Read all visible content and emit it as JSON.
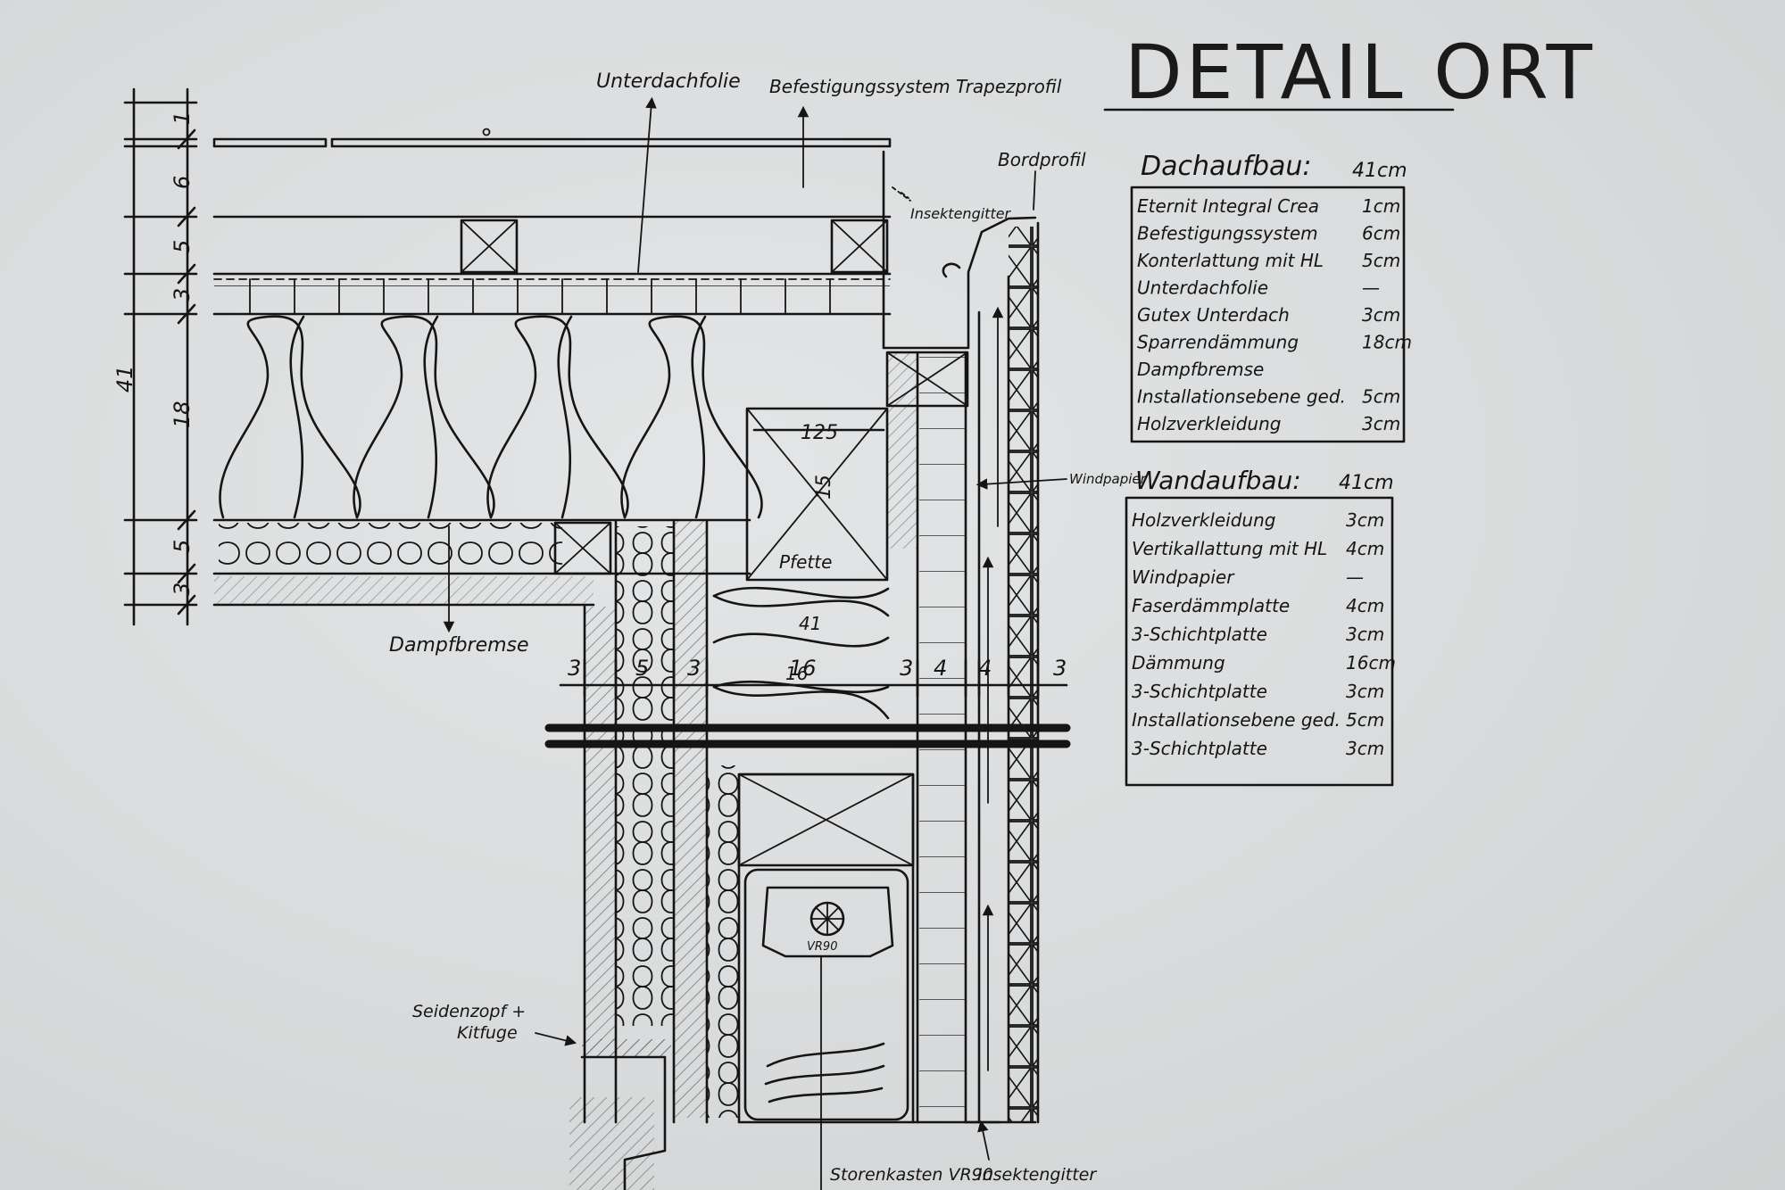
{
  "title": "DETAIL ORT",
  "labels": {
    "unterdachfolie": "Unterdachfolie",
    "befestigung_trapez": "Befestigungssystem Trapezprofil",
    "bordprofil": "Bordprofil",
    "insektengitter_top": "Insektengitter",
    "windpapier": "Windpapier",
    "dampfbremse": "Dampfbremse",
    "pfette": "Pfette",
    "dim_125": "125",
    "dim_15": "15",
    "dim_41_wall": "41",
    "dim_16": "16",
    "seidenzopf": "Seidenzopf +",
    "kitfuge": "Kitfuge",
    "storenkasten": "Storenkasten VR90",
    "insektengitter_bottom": "Insektengitter",
    "vr90": "VR90",
    "total_height": "41"
  },
  "roof_dimensions": [
    "1",
    "6",
    "5",
    "3",
    "18",
    "5",
    "3"
  ],
  "wall_dimensions": [
    "3",
    "5",
    "3",
    "16",
    "3",
    "4",
    "4",
    "3"
  ],
  "dachaufbau": {
    "heading": "Dachaufbau:",
    "total": "41cm",
    "rows": [
      {
        "name": "Eternit Integral Crea",
        "value": "1cm"
      },
      {
        "name": "Befestigungssystem",
        "value": "6cm"
      },
      {
        "name": "Konterlattung mit HL",
        "value": "5cm"
      },
      {
        "name": "Unterdachfolie",
        "value": "—"
      },
      {
        "name": "Gutex Unterdach",
        "value": "3cm"
      },
      {
        "name": "Sparrendämmung",
        "value": "18cm"
      },
      {
        "name": "Dampfbremse",
        "value": ""
      },
      {
        "name": "Installationsebene ged.",
        "value": "5cm"
      },
      {
        "name": "Holzverkleidung",
        "value": "3cm"
      }
    ]
  },
  "wandaufbau": {
    "heading": "Wandaufbau:",
    "total": "41cm",
    "rows": [
      {
        "name": "Holzverkleidung",
        "value": "3cm"
      },
      {
        "name": "Vertikallattung mit HL",
        "value": "4cm"
      },
      {
        "name": "Windpapier",
        "value": "—"
      },
      {
        "name": "Faserdämmplatte",
        "value": "4cm"
      },
      {
        "name": "3-Schichtplatte",
        "value": "3cm"
      },
      {
        "name": "Dämmung",
        "value": "16cm"
      },
      {
        "name": "3-Schichtplatte",
        "value": "3cm"
      },
      {
        "name": "Installationsebene ged.",
        "value": "5cm"
      },
      {
        "name": "3-Schichtplatte",
        "value": "3cm"
      }
    ]
  }
}
